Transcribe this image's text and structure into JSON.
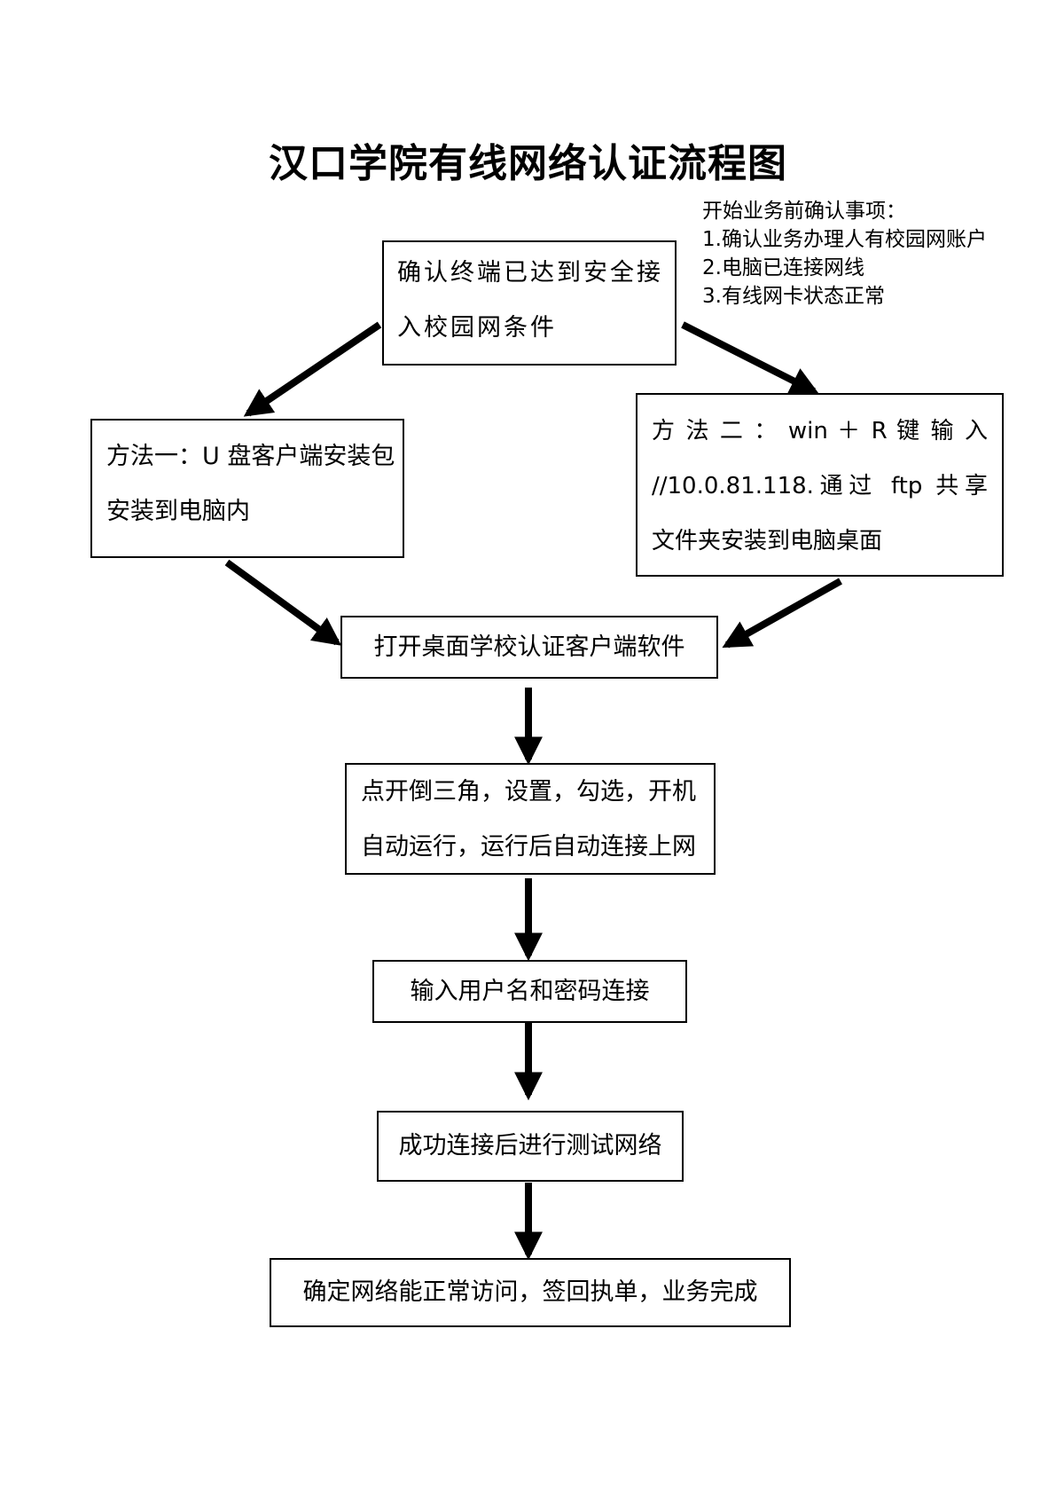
{
  "title": "汉口学院有线网络认证流程图",
  "notes": {
    "heading": "开始业务前确认事项：",
    "items": [
      "1.确认业务办理人有校园网账户",
      "2.电脑已连接网线",
      "3.有线网卡状态正常"
    ]
  },
  "steps": {
    "confirm_terminal": [
      "确认终端已达到安全接",
      "入校园网条件"
    ],
    "method_one": [
      "方法一：U 盘客户端安装包",
      "安装到电脑内"
    ],
    "method_two": [
      "方 法 二 ： win ＋ R 键 输 入",
      "//10.0.81.118.通过 ftp 共享",
      "文件夹安装到电脑桌面"
    ],
    "open_client": "打开桌面学校认证客户端软件",
    "settings": [
      "点开倒三角，设置，勾选，开机",
      "自动运行，运行后自动连接上网"
    ],
    "login": "输入用户名和密码连接",
    "test": "成功连接后进行测试网络",
    "finish": "确定网络能正常访问，签回执单，业务完成"
  }
}
